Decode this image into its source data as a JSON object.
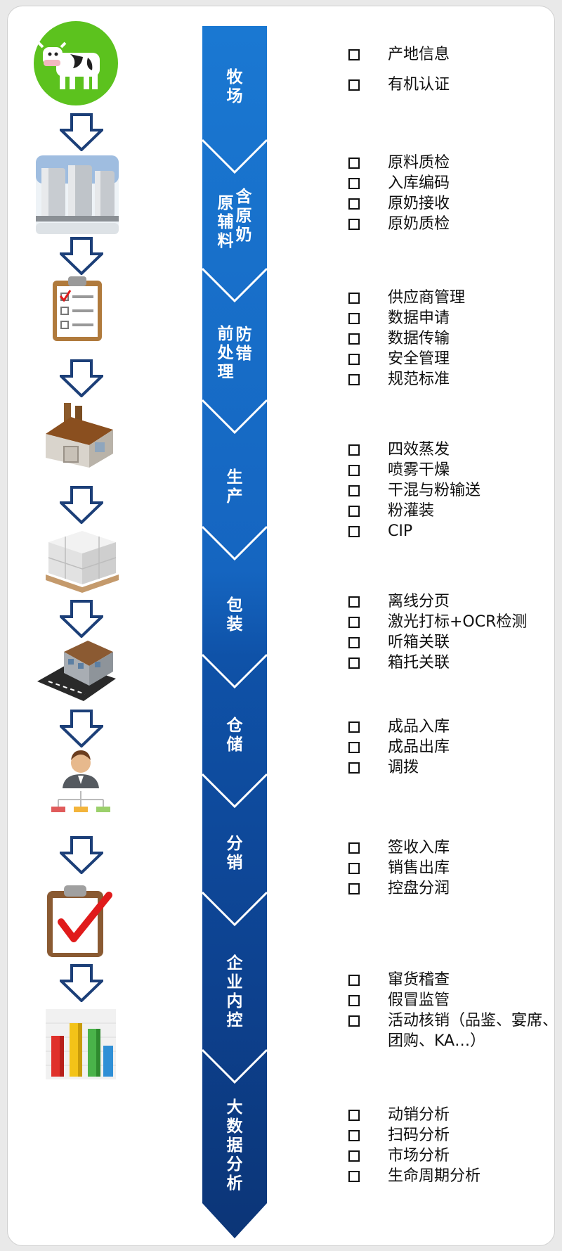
{
  "colors": {
    "band_light": "#1a78d2",
    "band_mid": "#0f52a8",
    "band_dark": "#0c3577",
    "arrow_stroke": "#1c3f78",
    "checkbox": "#111111",
    "text": "#111111",
    "border": "#cfcfcf"
  },
  "icons": {
    "ranch": "cow-icon",
    "materials": "storage-tank-icon",
    "preprocess": "clipboard-checklist-icon",
    "production": "factory-icon",
    "packaging": "pallet-boxes-icon",
    "warehouse": "warehouse-building-icon",
    "distribution": "person-org-chart-icon",
    "internal_control": "clipboard-check-icon",
    "analytics": "bar-chart-icon",
    "flow_arrow": "down-arrow-outline-icon"
  },
  "stages": [
    {
      "id": "ranch",
      "label_cols": [
        [
          "牧",
          "场"
        ]
      ],
      "items": [
        "产地信息",
        "有机认证"
      ]
    },
    {
      "id": "materials",
      "label_cols": [
        [
          "原",
          "辅",
          "料"
        ],
        [
          "含",
          "原",
          "奶"
        ]
      ],
      "items": [
        "原料质检",
        "入库编码",
        "原奶接收",
        "原奶质检"
      ]
    },
    {
      "id": "preprocess",
      "label_cols": [
        [
          "前",
          "处",
          "理"
        ],
        [
          "防",
          "错"
        ]
      ],
      "items": [
        "供应商管理",
        "数据申请",
        "数据传输",
        "安全管理",
        "规范标准"
      ]
    },
    {
      "id": "production",
      "label_cols": [
        [
          "生",
          "产"
        ]
      ],
      "items": [
        "四效蒸发",
        "喷雾干燥",
        "干混与粉输送",
        "粉灌装",
        "CIP"
      ]
    },
    {
      "id": "packaging",
      "label_cols": [
        [
          "包",
          "装"
        ]
      ],
      "items": [
        "离线分页",
        "激光打标+OCR检测",
        "听箱关联",
        "箱托关联"
      ]
    },
    {
      "id": "warehouse",
      "label_cols": [
        [
          "仓",
          "储"
        ]
      ],
      "items": [
        "成品入库",
        "成品出库",
        "调拨"
      ]
    },
    {
      "id": "distribution",
      "label_cols": [
        [
          "分",
          "销"
        ]
      ],
      "items": [
        "签收入库",
        "销售出库",
        "控盘分润"
      ]
    },
    {
      "id": "internal_control",
      "label_cols": [
        [
          "企",
          "业",
          "内",
          "控"
        ]
      ],
      "items": [
        "窜货稽查",
        "假冒监管",
        "活动核销（品鉴、宴席、团购、KA…）"
      ]
    },
    {
      "id": "analytics",
      "label_cols": [
        [
          "大",
          "数",
          "据",
          "分",
          "析"
        ]
      ],
      "items": [
        "动销分析",
        "扫码分析",
        "市场分析",
        "生命周期分析"
      ]
    }
  ]
}
